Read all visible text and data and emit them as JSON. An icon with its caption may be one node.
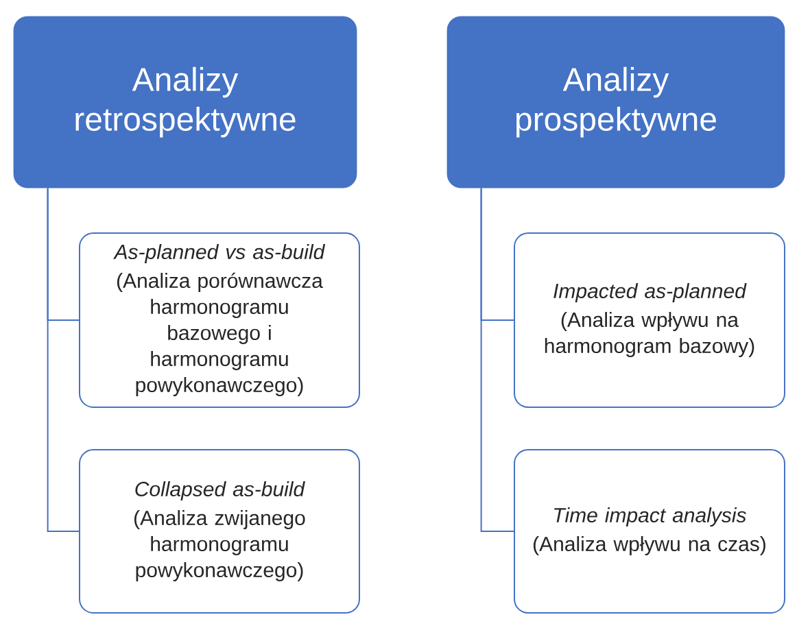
{
  "diagram": {
    "nodes": [
      {
        "text": [
          "Analizy retrospektywne"
        ]
      },
      {
        "text": [
          "As-planned vs as-build",
          "(Analiza porównawcza harmonogramu bazowego i harmonogramu powykonawczego)"
        ]
      },
      {
        "text": [
          "Collapsed as-build",
          "(Analiza zwijanego harmonogramu powykonawczego)"
        ]
      },
      {
        "text": [
          "Analizy prospektywne"
        ]
      },
      {
        "text": [
          "Impacted as-planned",
          "(Analiza wpływu na harmonogram bazowy)"
        ]
      },
      {
        "text": [
          "Time impact analysis",
          "(Analiza wpływu na czas)"
        ]
      }
    ],
    "edges": [
      {
        "from": 0,
        "to": 1,
        "arrow": "none"
      },
      {
        "from": 0,
        "to": 2,
        "arrow": "none"
      },
      {
        "from": 3,
        "to": 4,
        "arrow": "none"
      },
      {
        "from": 3,
        "to": 5,
        "arrow": "none"
      }
    ]
  }
}
